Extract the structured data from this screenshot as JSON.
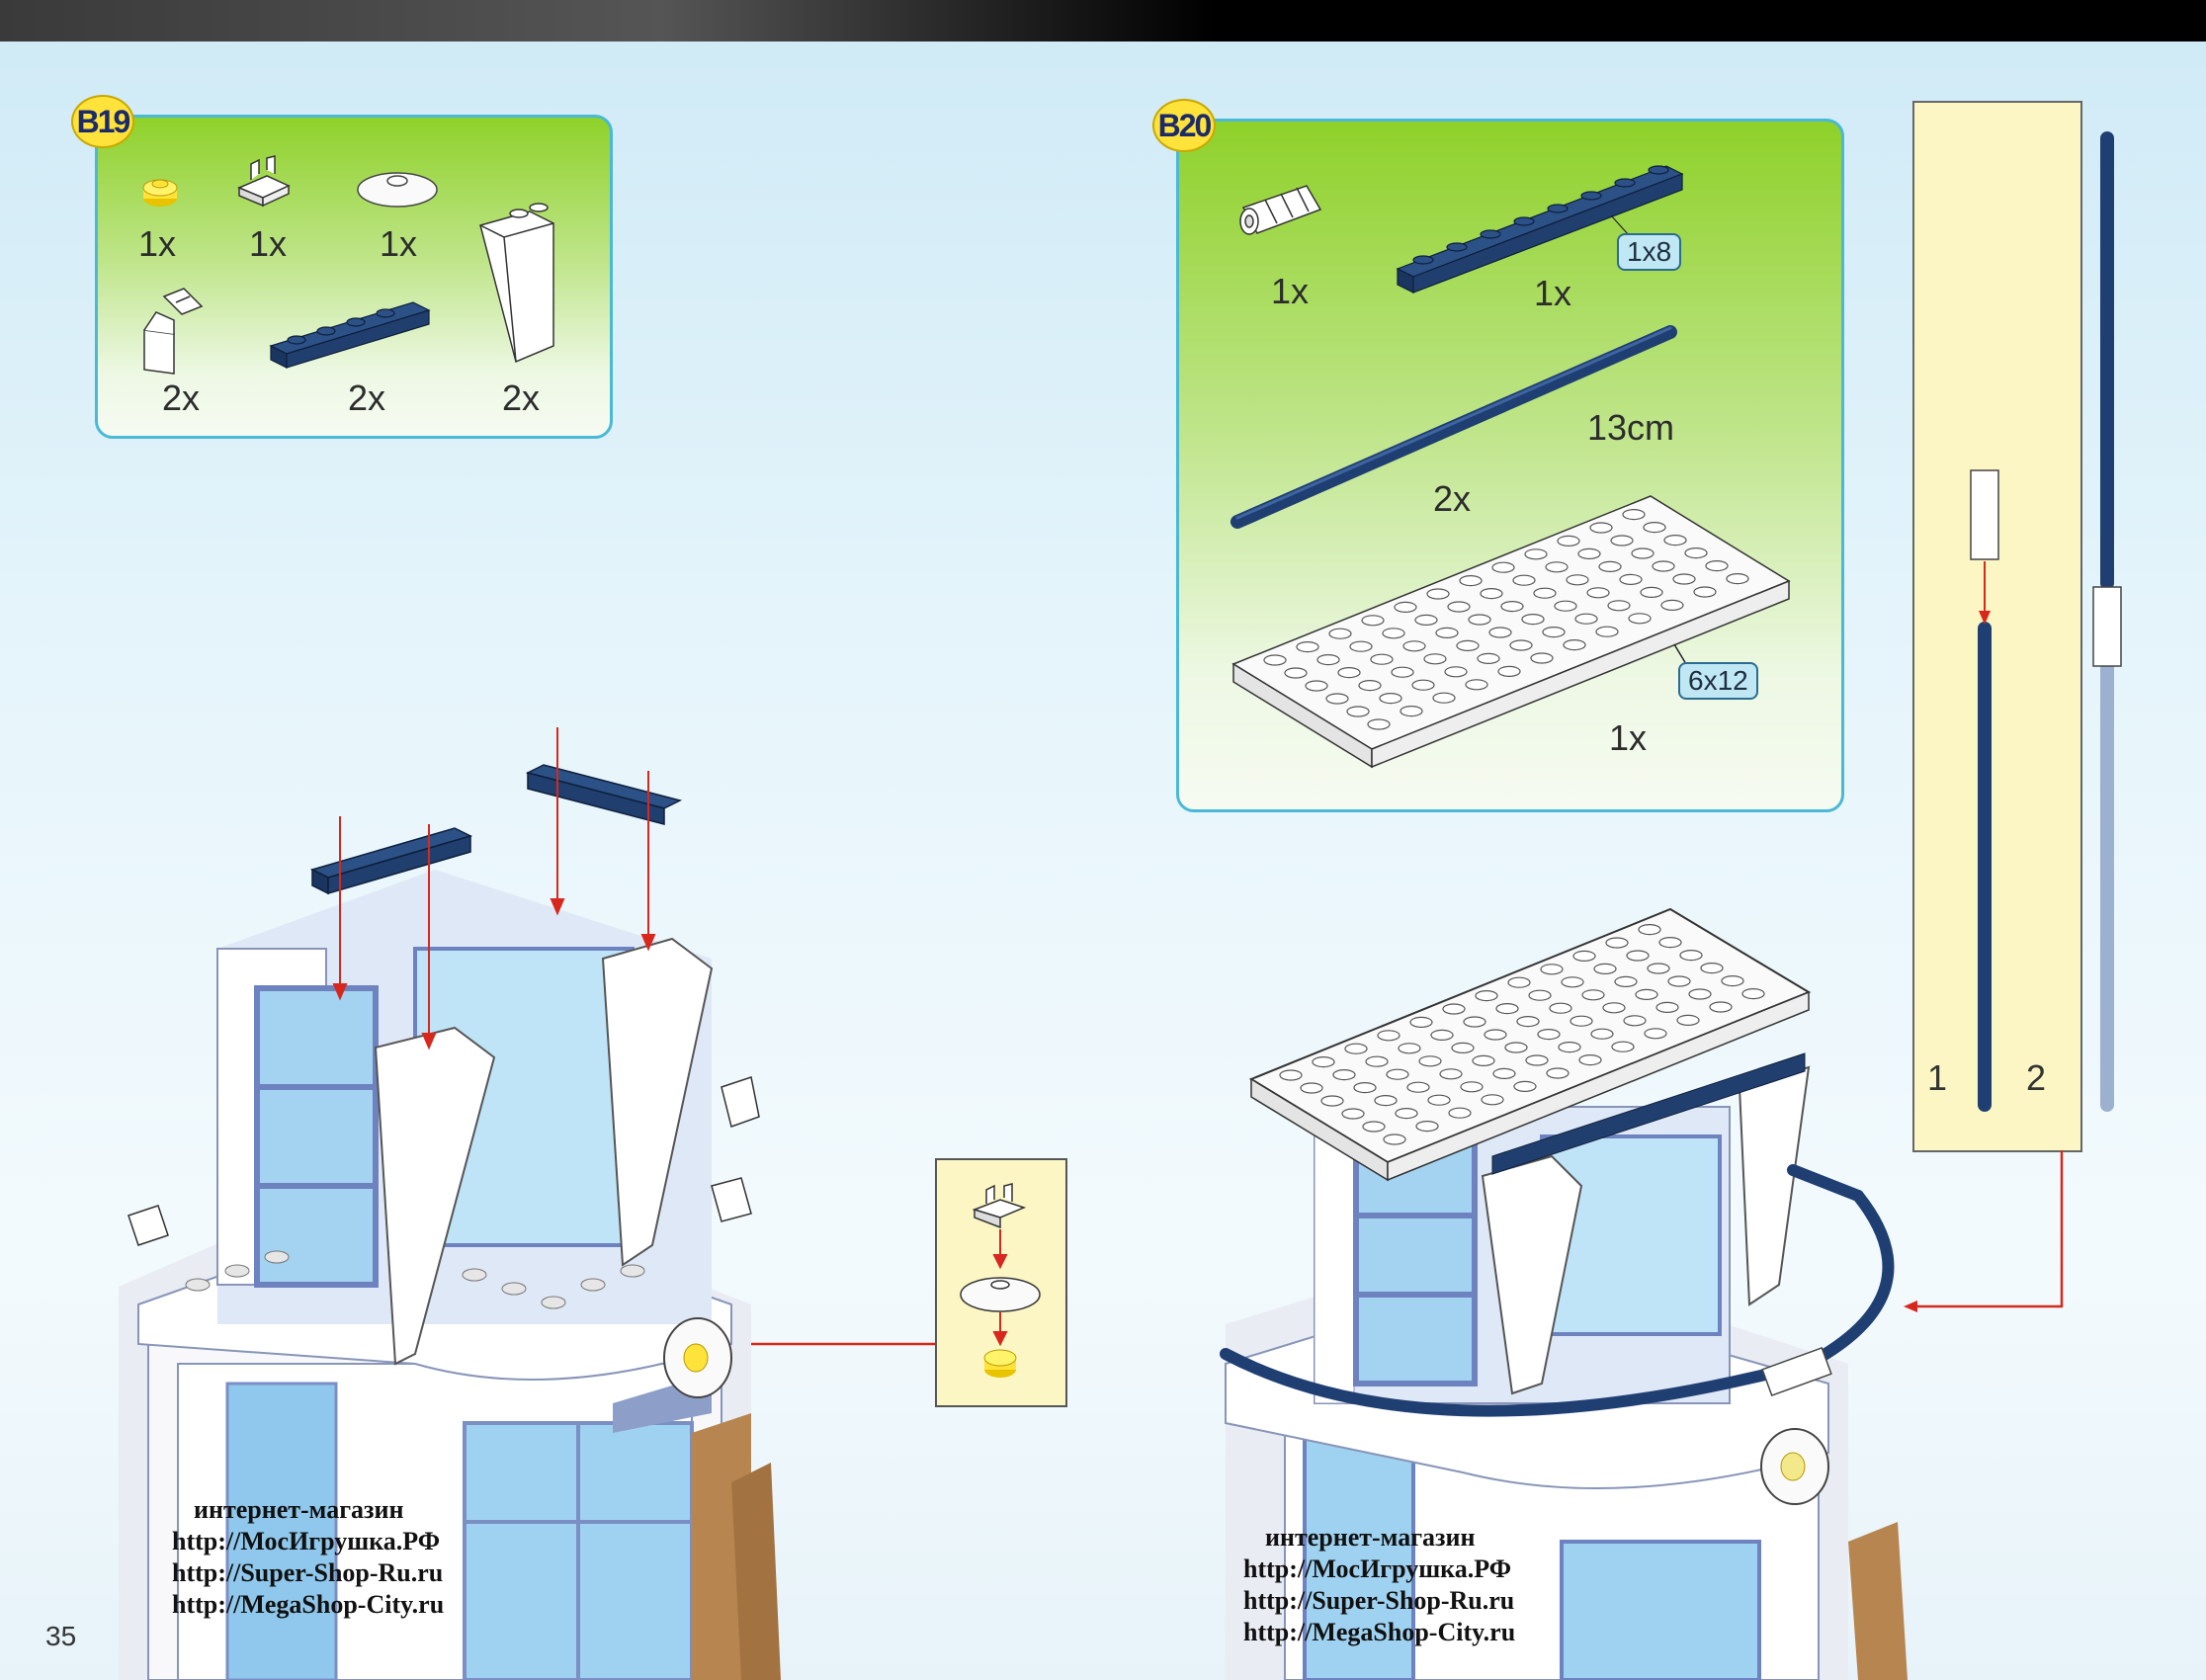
{
  "page_number": "35",
  "colors": {
    "panel_border": "#49b9d6",
    "panel_green": "#8fd12a",
    "badge_yellow": "#ffe23a",
    "brick_blue": "#1f3f73",
    "arrow_red": "#d8281e",
    "pole_box": "#fbf6c3"
  },
  "step_b19": {
    "label": "B19",
    "parts": [
      {
        "part": "round-plate-1x1-yellow",
        "qty": "1x"
      },
      {
        "part": "clip-plate-white",
        "qty": "1x"
      },
      {
        "part": "dish-white",
        "qty": "1x"
      },
      {
        "part": "clip-bracket-white",
        "qty": "2x"
      },
      {
        "part": "plate-1x4-blue",
        "qty": "2x"
      },
      {
        "part": "slope-brick-white",
        "qty": "2x"
      }
    ]
  },
  "step_b20": {
    "label": "B20",
    "parts": [
      {
        "part": "tube-connector-white",
        "qty": "1x"
      },
      {
        "part": "plate-1x8-blue",
        "qty": "1x",
        "size": "1x8"
      },
      {
        "part": "rod-blue",
        "qty": "2x",
        "length": "13cm"
      },
      {
        "part": "plate-6x12-white",
        "qty": "1x",
        "size": "6x12"
      }
    ]
  },
  "pole_assembly": {
    "step1": "1",
    "step2": "2"
  },
  "shop_left": [
    "интернет-магазин",
    "http://МосИгрушка.РФ",
    "http://Super-Shop-Ru.ru",
    "http://MegaShop-City.ru"
  ],
  "shop_right": [
    "интернет-магазин",
    "http://МосИгрушка.РФ",
    "http://Super-Shop-Ru.ru",
    "http://MegaShop-City.ru"
  ]
}
